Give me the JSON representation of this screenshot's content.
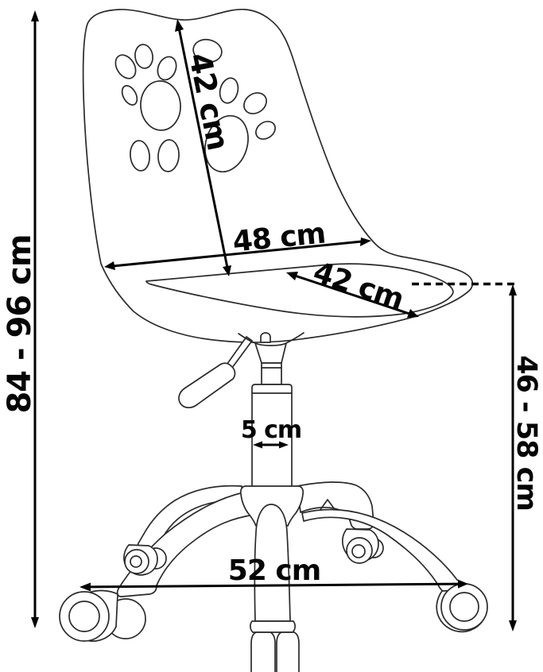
{
  "page": {
    "background": "#ffffff",
    "ink": "#000000"
  },
  "diagram": {
    "subject": "office swivel chair with paw-print backrest - dimension drawing",
    "unit": "cm",
    "dimensions": {
      "overall_height": {
        "label": "84 - 96 cm",
        "min": 84,
        "max": 96,
        "orientation": "vertical-left"
      },
      "backrest_length": {
        "label": "42 cm",
        "value": 42,
        "orientation": "diagonal-backrest"
      },
      "seat_width": {
        "label": "48 cm",
        "value": 48,
        "orientation": "horizontal-seat"
      },
      "seat_depth": {
        "label": "42 cm",
        "value": 42,
        "orientation": "diagonal-seat"
      },
      "seat_height": {
        "label": "46 - 58 cm",
        "min": 46,
        "max": 58,
        "orientation": "vertical-right"
      },
      "gas_lift_diameter": {
        "label": "5 cm",
        "value": 5,
        "orientation": "horizontal-cylinder"
      },
      "base_leg_span": {
        "label": "52 cm",
        "value": 52,
        "orientation": "horizontal-base"
      }
    }
  }
}
